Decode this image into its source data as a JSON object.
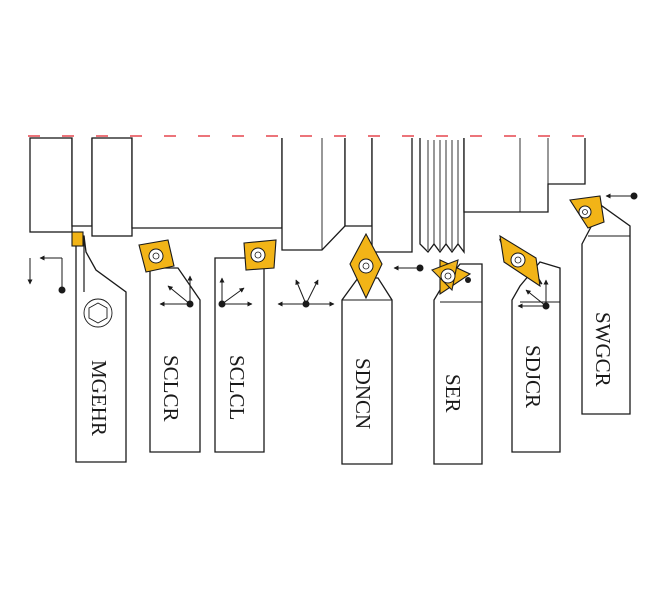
{
  "colors": {
    "insert": "#f2b417",
    "centerline": "#e0202a",
    "line": "#1a1a1a"
  },
  "tools": [
    {
      "label": "MGEHR"
    },
    {
      "label": "SCLCR"
    },
    {
      "label": "SCLCL"
    },
    {
      "label": "SDNCN"
    },
    {
      "label": "SER"
    },
    {
      "label": "SDJCR"
    },
    {
      "label": "SWGCR"
    }
  ]
}
